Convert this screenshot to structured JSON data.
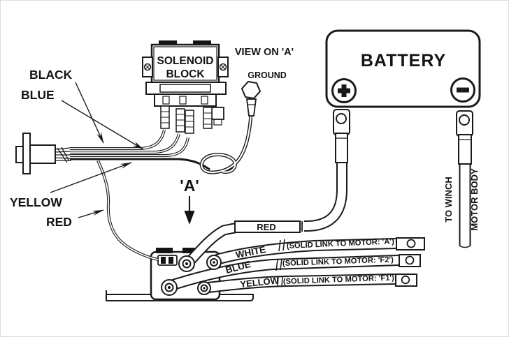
{
  "diagram": {
    "solenoid": {
      "line1": "SOLENOID",
      "line2": "BLOCK"
    },
    "view": {
      "label": "VIEW ON 'A'"
    },
    "marker_a": {
      "label": "'A'"
    },
    "ground": {
      "label": "GROUND"
    },
    "battery": {
      "label": "BATTERY",
      "positive_symbol": "+",
      "negative_symbol": "−"
    },
    "harness_labels": {
      "black": "BLACK",
      "blue": "BLUE",
      "yellow": "YELLOW",
      "red": "RED"
    },
    "cables": [
      {
        "name": "RED"
      },
      {
        "name": "WHITE",
        "note": "(SOLID LINK TO MOTOR: 'A')"
      },
      {
        "name": "BLUE",
        "note": "(SOLID LINK TO MOTOR: 'F2')"
      },
      {
        "name": "YELLOW",
        "note": "(SOLID LINK TO MOTOR: 'F1')"
      }
    ],
    "motor": {
      "to_winch": "TO WINCH",
      "motor_body": "MOTOR BODY"
    },
    "colors": {
      "ink": "#1a1a1a",
      "paper": "#ffffff"
    }
  }
}
